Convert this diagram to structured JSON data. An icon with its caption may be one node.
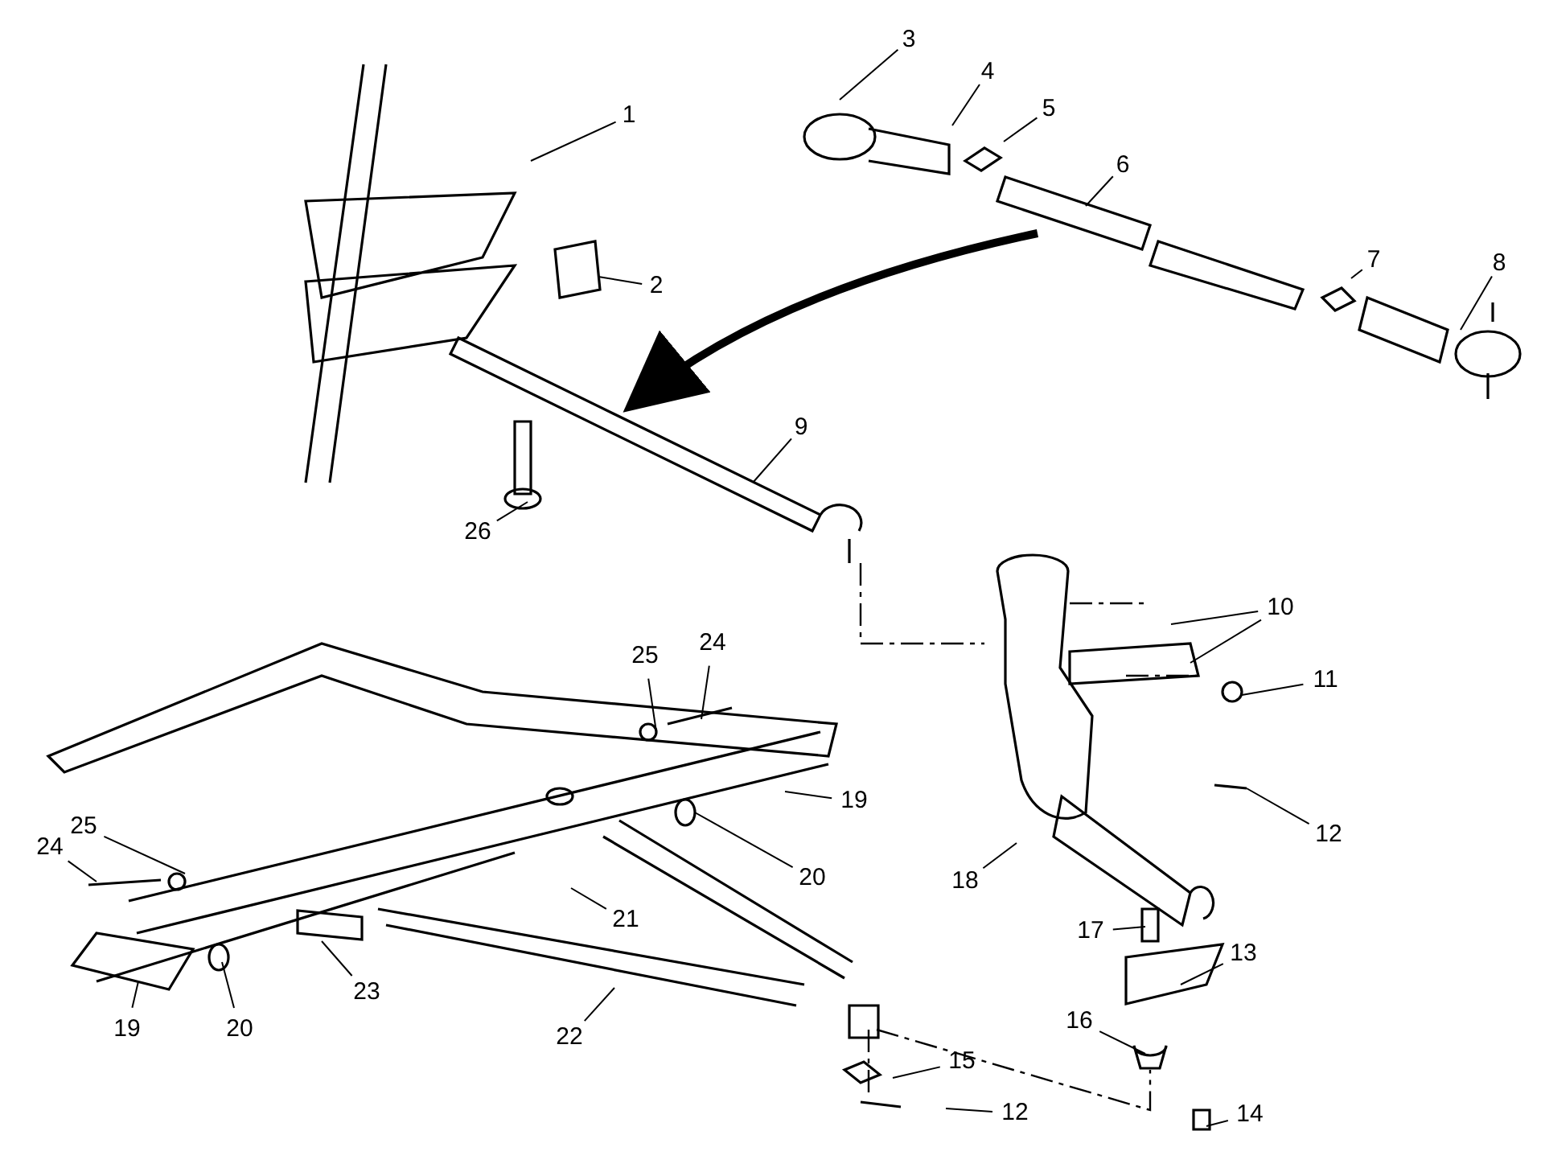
{
  "diagram": {
    "nodes": [
      {
        "text": [
          "1"
        ]
      },
      {
        "text": [
          "3"
        ]
      },
      {
        "text": [
          "4"
        ]
      },
      {
        "text": [
          "5"
        ]
      },
      {
        "text": [
          "6"
        ]
      },
      {
        "text": [
          "2"
        ]
      },
      {
        "text": [
          "7"
        ]
      },
      {
        "text": [
          "8"
        ]
      },
      {
        "text": [
          "9"
        ]
      },
      {
        "text": [
          "26"
        ]
      },
      {
        "text": [
          "10"
        ]
      },
      {
        "text": [
          "24"
        ]
      },
      {
        "text": [
          "25"
        ]
      },
      {
        "text": [
          "11"
        ]
      },
      {
        "text": [
          "12"
        ]
      },
      {
        "text": [
          "25"
        ]
      },
      {
        "text": [
          "19"
        ]
      },
      {
        "text": [
          "24"
        ]
      },
      {
        "text": [
          "20"
        ]
      },
      {
        "text": [
          "21"
        ]
      },
      {
        "text": [
          "18"
        ]
      },
      {
        "text": [
          "17"
        ]
      },
      {
        "text": [
          "13"
        ]
      },
      {
        "text": [
          "19"
        ]
      },
      {
        "text": [
          "20"
        ]
      },
      {
        "text": [
          "23"
        ]
      },
      {
        "text": [
          "22"
        ]
      },
      {
        "text": [
          "16"
        ]
      },
      {
        "text": [
          "15"
        ]
      },
      {
        "text": [
          "12"
        ]
      },
      {
        "text": [
          "14"
        ]
      }
    ],
    "edges": [
      {
        "from": 0,
        "to": null,
        "arrow": "none"
      },
      {
        "from": 1,
        "to": null,
        "arrow": "none"
      },
      {
        "from": 2,
        "to": null,
        "arrow": "none"
      },
      {
        "from": 3,
        "to": null,
        "arrow": "none"
      },
      {
        "from": 4,
        "to": null,
        "arrow": "none"
      },
      {
        "from": 5,
        "to": null,
        "arrow": "none"
      },
      {
        "from": 6,
        "to": null,
        "arrow": "none"
      },
      {
        "from": 7,
        "to": null,
        "arrow": "none"
      },
      {
        "from": 8,
        "to": null,
        "arrow": "none"
      },
      {
        "from": 9,
        "to": null,
        "arrow": "none"
      },
      {
        "from": 10,
        "to": null,
        "arrow": "none"
      },
      {
        "from": 10,
        "to": null,
        "arrow": "none"
      },
      {
        "from": 11,
        "to": null,
        "arrow": "none"
      },
      {
        "from": 12,
        "to": null,
        "arrow": "none"
      },
      {
        "from": 13,
        "to": null,
        "arrow": "none"
      },
      {
        "from": 14,
        "to": null,
        "arrow": "none"
      },
      {
        "from": 15,
        "to": null,
        "arrow": "none"
      },
      {
        "from": 16,
        "to": null,
        "arrow": "none"
      },
      {
        "from": 17,
        "to": null,
        "arrow": "none"
      },
      {
        "from": 18,
        "to": null,
        "arrow": "none"
      },
      {
        "from": 19,
        "to": null,
        "arrow": "none"
      },
      {
        "from": 20,
        "to": null,
        "arrow": "none"
      },
      {
        "from": 21,
        "to": null,
        "arrow": "none"
      },
      {
        "from": 22,
        "to": null,
        "arrow": "none"
      },
      {
        "from": 23,
        "to": null,
        "arrow": "none"
      },
      {
        "from": 24,
        "to": null,
        "arrow": "none"
      },
      {
        "from": 25,
        "to": null,
        "arrow": "none"
      },
      {
        "from": 26,
        "to": null,
        "arrow": "none"
      },
      {
        "from": 27,
        "to": null,
        "arrow": "none"
      },
      {
        "from": 28,
        "to": null,
        "arrow": "none"
      },
      {
        "from": 29,
        "to": null,
        "arrow": "none"
      },
      {
        "from": 30,
        "to": null,
        "arrow": "none"
      }
    ]
  }
}
